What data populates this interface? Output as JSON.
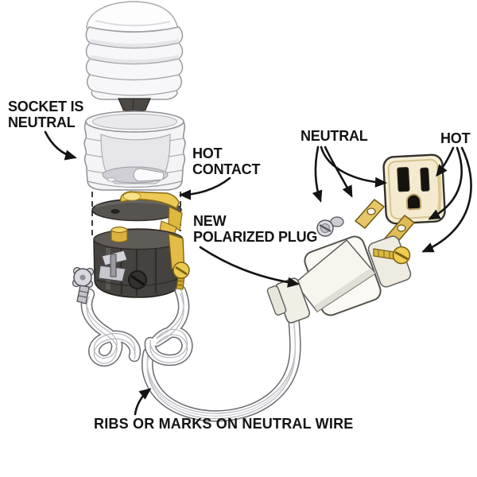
{
  "figure": {
    "title_hidden": "",
    "labels": {
      "socket_neutral": "SOCKET IS\nNEUTRAL",
      "hot_contact": "HOT\nCONTACT",
      "neutral": "NEUTRAL",
      "hot": "HOT",
      "new_polarized_plug": "NEW\nPOLARIZED PLUG",
      "ribs": "RIBS OR MARKS ON NEUTRAL WIRE"
    },
    "colors": {
      "background": "#ffffff",
      "label_text": "#131313",
      "arrow": "#141414",
      "brass": "#e9c955",
      "brass_dark": "#caa42e",
      "cream_receptacle": "#f6efd6",
      "socket_dark": "#45423f",
      "shell_light": "#f4f4f6",
      "cord_white": "#fcfcfd"
    }
  }
}
